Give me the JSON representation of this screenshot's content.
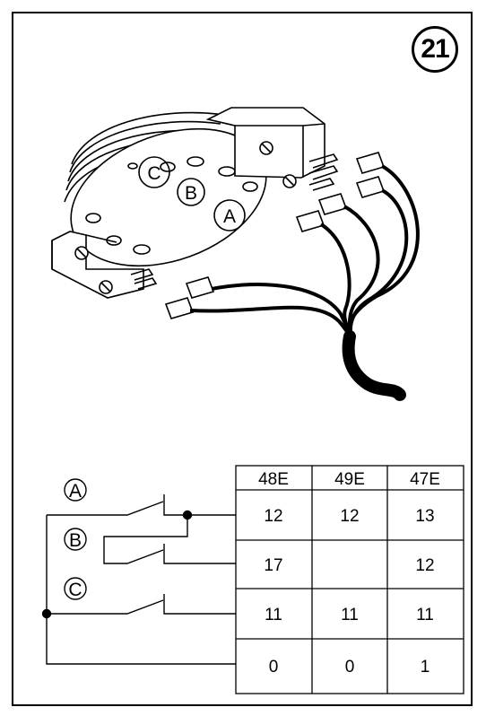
{
  "step_number": "21",
  "disc_labels": {
    "a": "A",
    "b": "B",
    "c": "C"
  },
  "switch_labels": {
    "a": "A",
    "b": "B",
    "c": "C"
  },
  "table": {
    "headers": [
      "48E",
      "49E",
      "47E"
    ],
    "rows": [
      [
        "12",
        "12",
        "13"
      ],
      [
        "17",
        "",
        "12"
      ],
      [
        "11",
        "11",
        "11"
      ],
      [
        "0",
        "0",
        "1"
      ]
    ]
  }
}
